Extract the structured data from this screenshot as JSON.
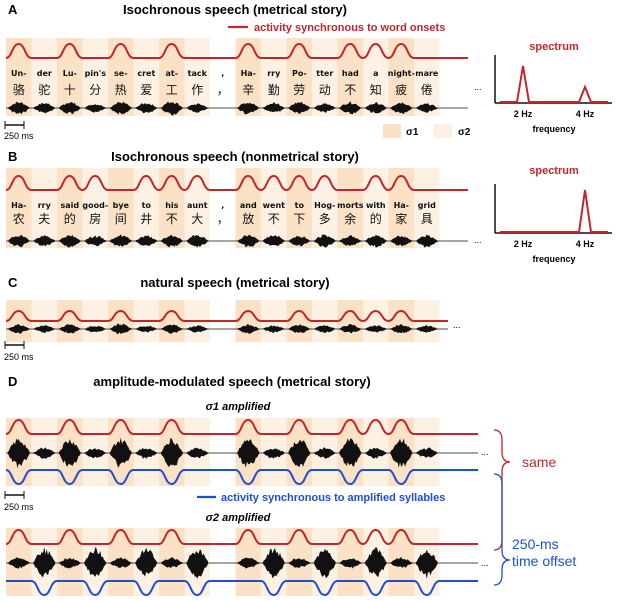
{
  "colors": {
    "red": "#c0272d",
    "blue": "#1f4fd1",
    "wave": "#111111",
    "sigma1": "#fbe1c6",
    "sigma2": "#fdf1e4",
    "text": "#111111"
  },
  "panelA": {
    "letter": "A",
    "title": "Isochronous speech (metrical story)",
    "legend_red": "activity synchronous to word onsets",
    "syllables_en": [
      "Un-",
      "der",
      "Lu-",
      "pin's",
      "se-",
      "cret",
      "at-",
      "tack",
      ",",
      "Ha-",
      "rry",
      "Po-",
      "tter",
      "had",
      "a",
      "night-",
      "mare"
    ],
    "syllables_zh": [
      "骆",
      "驼",
      "十",
      "分",
      "热",
      "爱",
      "工",
      "作",
      "，",
      "辛",
      "勤",
      "劳",
      "动",
      "不",
      "知",
      "疲",
      "倦"
    ],
    "ellipsis": "...",
    "scale": "250 ms",
    "sigma1": "σ1",
    "sigma2": "σ2",
    "spectrum_title": "spectrum",
    "spectrum_ticks": [
      "2 Hz",
      "4 Hz"
    ],
    "spectrum_xlabel": "frequency"
  },
  "panelB": {
    "letter": "B",
    "title": "Isochronous speech (nonmetrical story)",
    "syllables_en": [
      "Ha-",
      "rry",
      "said",
      "good-",
      "bye",
      "to",
      "his",
      "aunt",
      ",",
      "and",
      "went",
      "to",
      "Hog-",
      "morts",
      "with",
      "Ha-",
      "grid"
    ],
    "syllables_zh": [
      "农",
      "夫",
      "的",
      "房",
      "间",
      "井",
      "不",
      "大",
      "，",
      "放",
      "不",
      "下",
      "多",
      "余",
      "的",
      "家",
      "具"
    ],
    "ellipsis": "...",
    "spectrum_title": "spectrum",
    "spectrum_ticks": [
      "2 Hz",
      "4 Hz"
    ],
    "spectrum_xlabel": "frequency"
  },
  "panelC": {
    "letter": "C",
    "title": "natural speech (metrical story)",
    "ellipsis": "...",
    "scale": "250 ms"
  },
  "panelD": {
    "letter": "D",
    "title": "amplitude-modulated speech (metrical story)",
    "sub1": "σ1 amplified",
    "sub2": "σ2 amplified",
    "legend_blue": "activity synchronous to amplified syllables",
    "same": "same",
    "offset_line1": "250-ms",
    "offset_line2": "time offset",
    "ellipsis": "...",
    "scale": "250 ms"
  }
}
